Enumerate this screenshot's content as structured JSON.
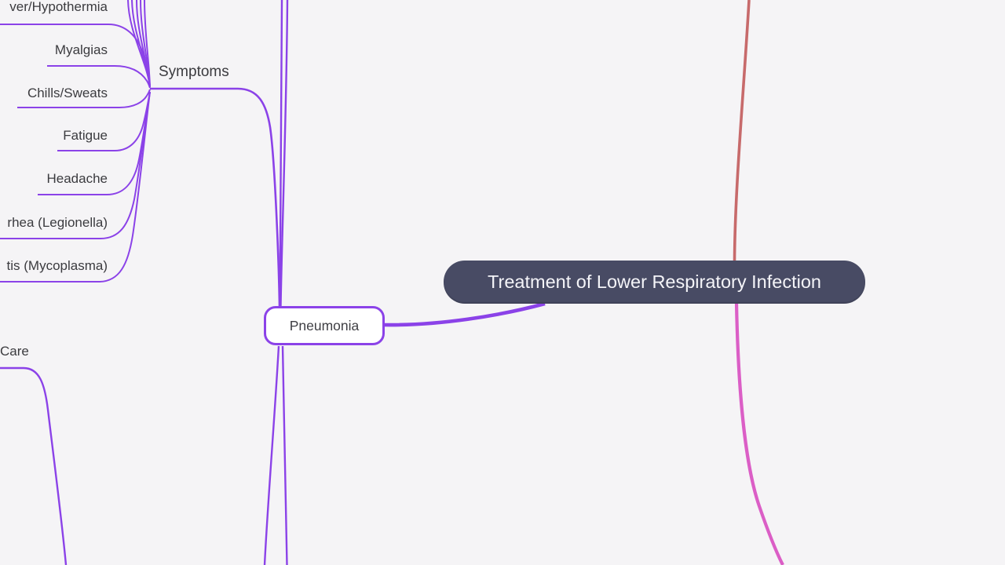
{
  "app": {
    "type": "mind-map-diagram"
  },
  "colors": {
    "background": "#F5F4F6",
    "branch_purple": "#8B42E8",
    "branch_red": "#C76A6B",
    "branch_pink": "#DB5EC6",
    "root_bg": "#484B64",
    "root_text": "#F4F4F8",
    "node_bg": "#FFFFFF",
    "label_text": "#3B3B3F"
  },
  "root_node": {
    "label": "Treatment of Lower Respiratory Infection"
  },
  "pneumonia_node": {
    "label": "Pneumonia"
  },
  "symptoms_branch": {
    "label": "Symptoms",
    "leaves": [
      "ver/Hypothermia",
      "Myalgias",
      "Chills/Sweats",
      "Fatigue",
      "Headache",
      "rhea (Legionella)",
      "tis (Mycoplasma)"
    ]
  },
  "care_branch": {
    "label": "Care"
  }
}
